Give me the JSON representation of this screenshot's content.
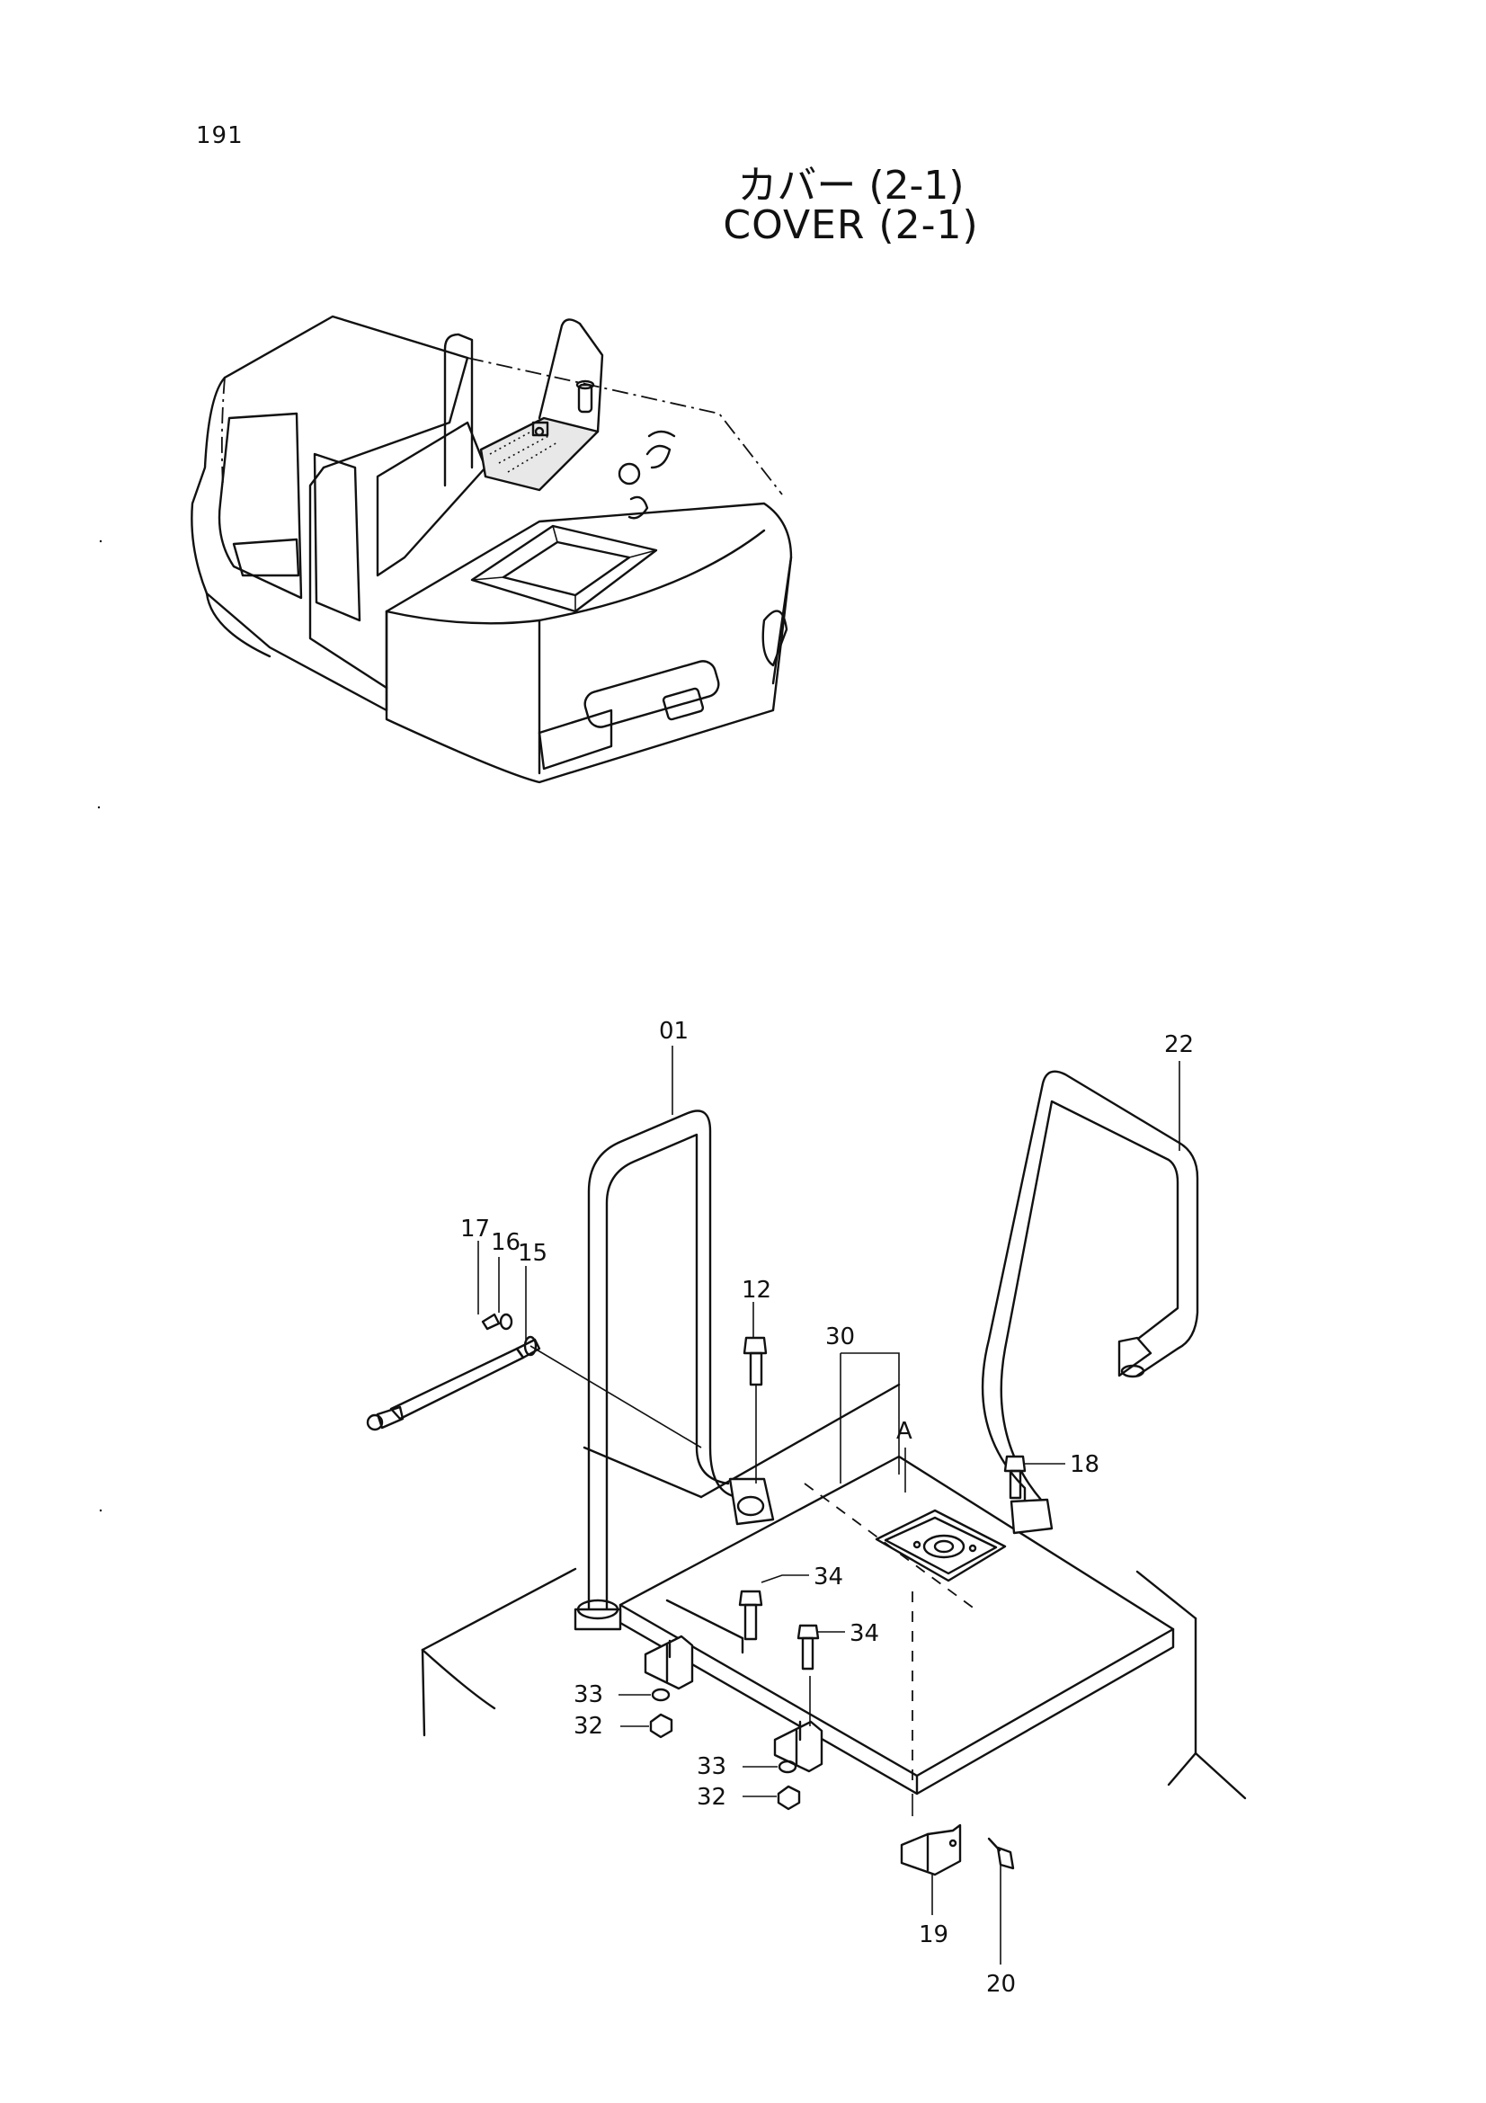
{
  "page": {
    "number": "191"
  },
  "title": {
    "japanese": "カバー (2-1)",
    "english": "COVER (2-1)"
  },
  "callouts": {
    "c01": "01",
    "c22": "22",
    "c17": "17",
    "c16": "16",
    "c15": "15",
    "c12": "12",
    "c30": "30",
    "cA": "A",
    "c18": "18",
    "c34a": "34",
    "c34b": "34",
    "c33a": "33",
    "c32a": "32",
    "c33b": "33",
    "c32b": "32",
    "c19": "19",
    "c20": "20"
  }
}
